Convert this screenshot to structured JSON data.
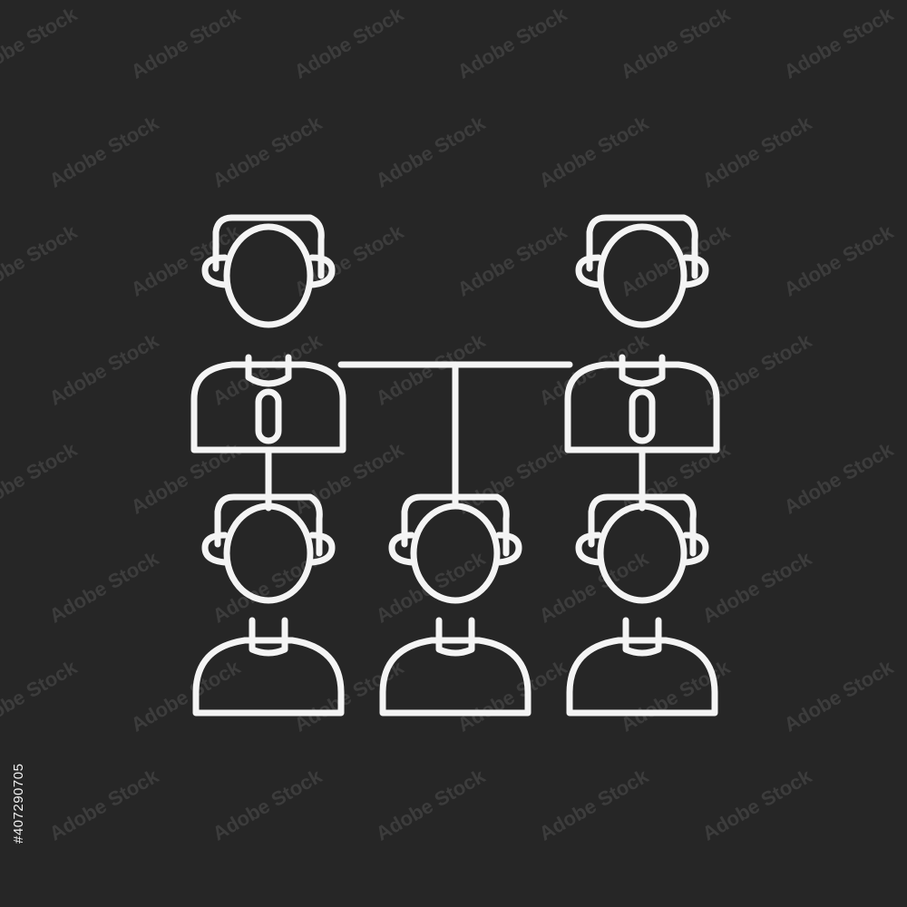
{
  "colors": {
    "background": "#262626",
    "chalk": "#f4f4f4",
    "watermark": "#ffffff"
  },
  "watermark": {
    "text": "Adobe Stock"
  },
  "stock_id": "#407290705",
  "diagram": {
    "icon": "team-hierarchy-icon",
    "nodes": [
      {
        "name": "leader-left",
        "role": "leader",
        "icon": "person-with-tie-icon"
      },
      {
        "name": "leader-right",
        "role": "leader",
        "icon": "person-with-tie-icon"
      },
      {
        "name": "member-left",
        "role": "member",
        "icon": "person-icon"
      },
      {
        "name": "member-center",
        "role": "member",
        "icon": "person-icon"
      },
      {
        "name": "member-right",
        "role": "member",
        "icon": "person-icon"
      }
    ]
  }
}
